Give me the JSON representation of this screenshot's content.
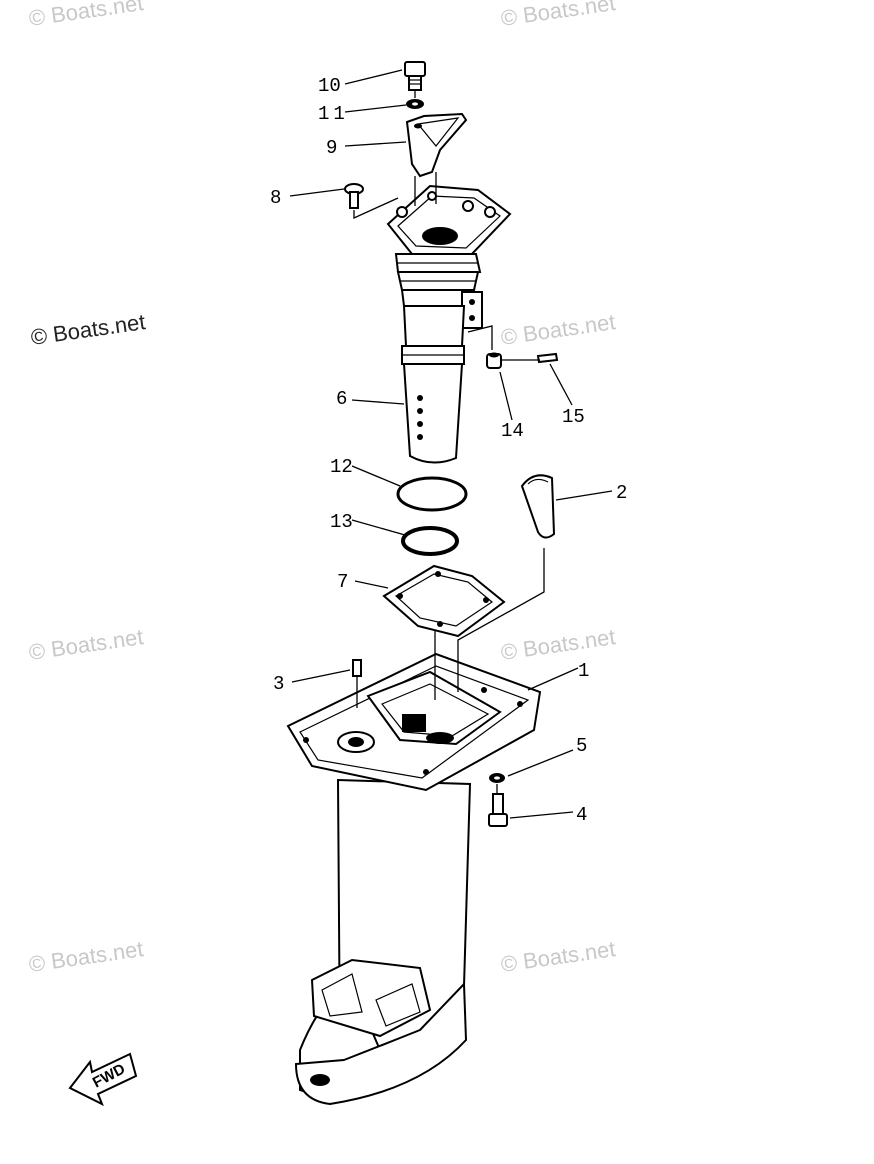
{
  "watermarks": [
    "© Boats.net",
    "© Boats.net",
    "© Boats.net",
    "© Boats.net",
    "© Boats.net",
    "© Boats.net",
    "© Boats.net",
    "© Boats.net"
  ],
  "callouts": [
    "1",
    "2",
    "3",
    "4",
    "5",
    "6",
    "7",
    "8",
    "9",
    "10",
    "11",
    "12",
    "13",
    "14",
    "15"
  ],
  "fwd_label": "FWD"
}
